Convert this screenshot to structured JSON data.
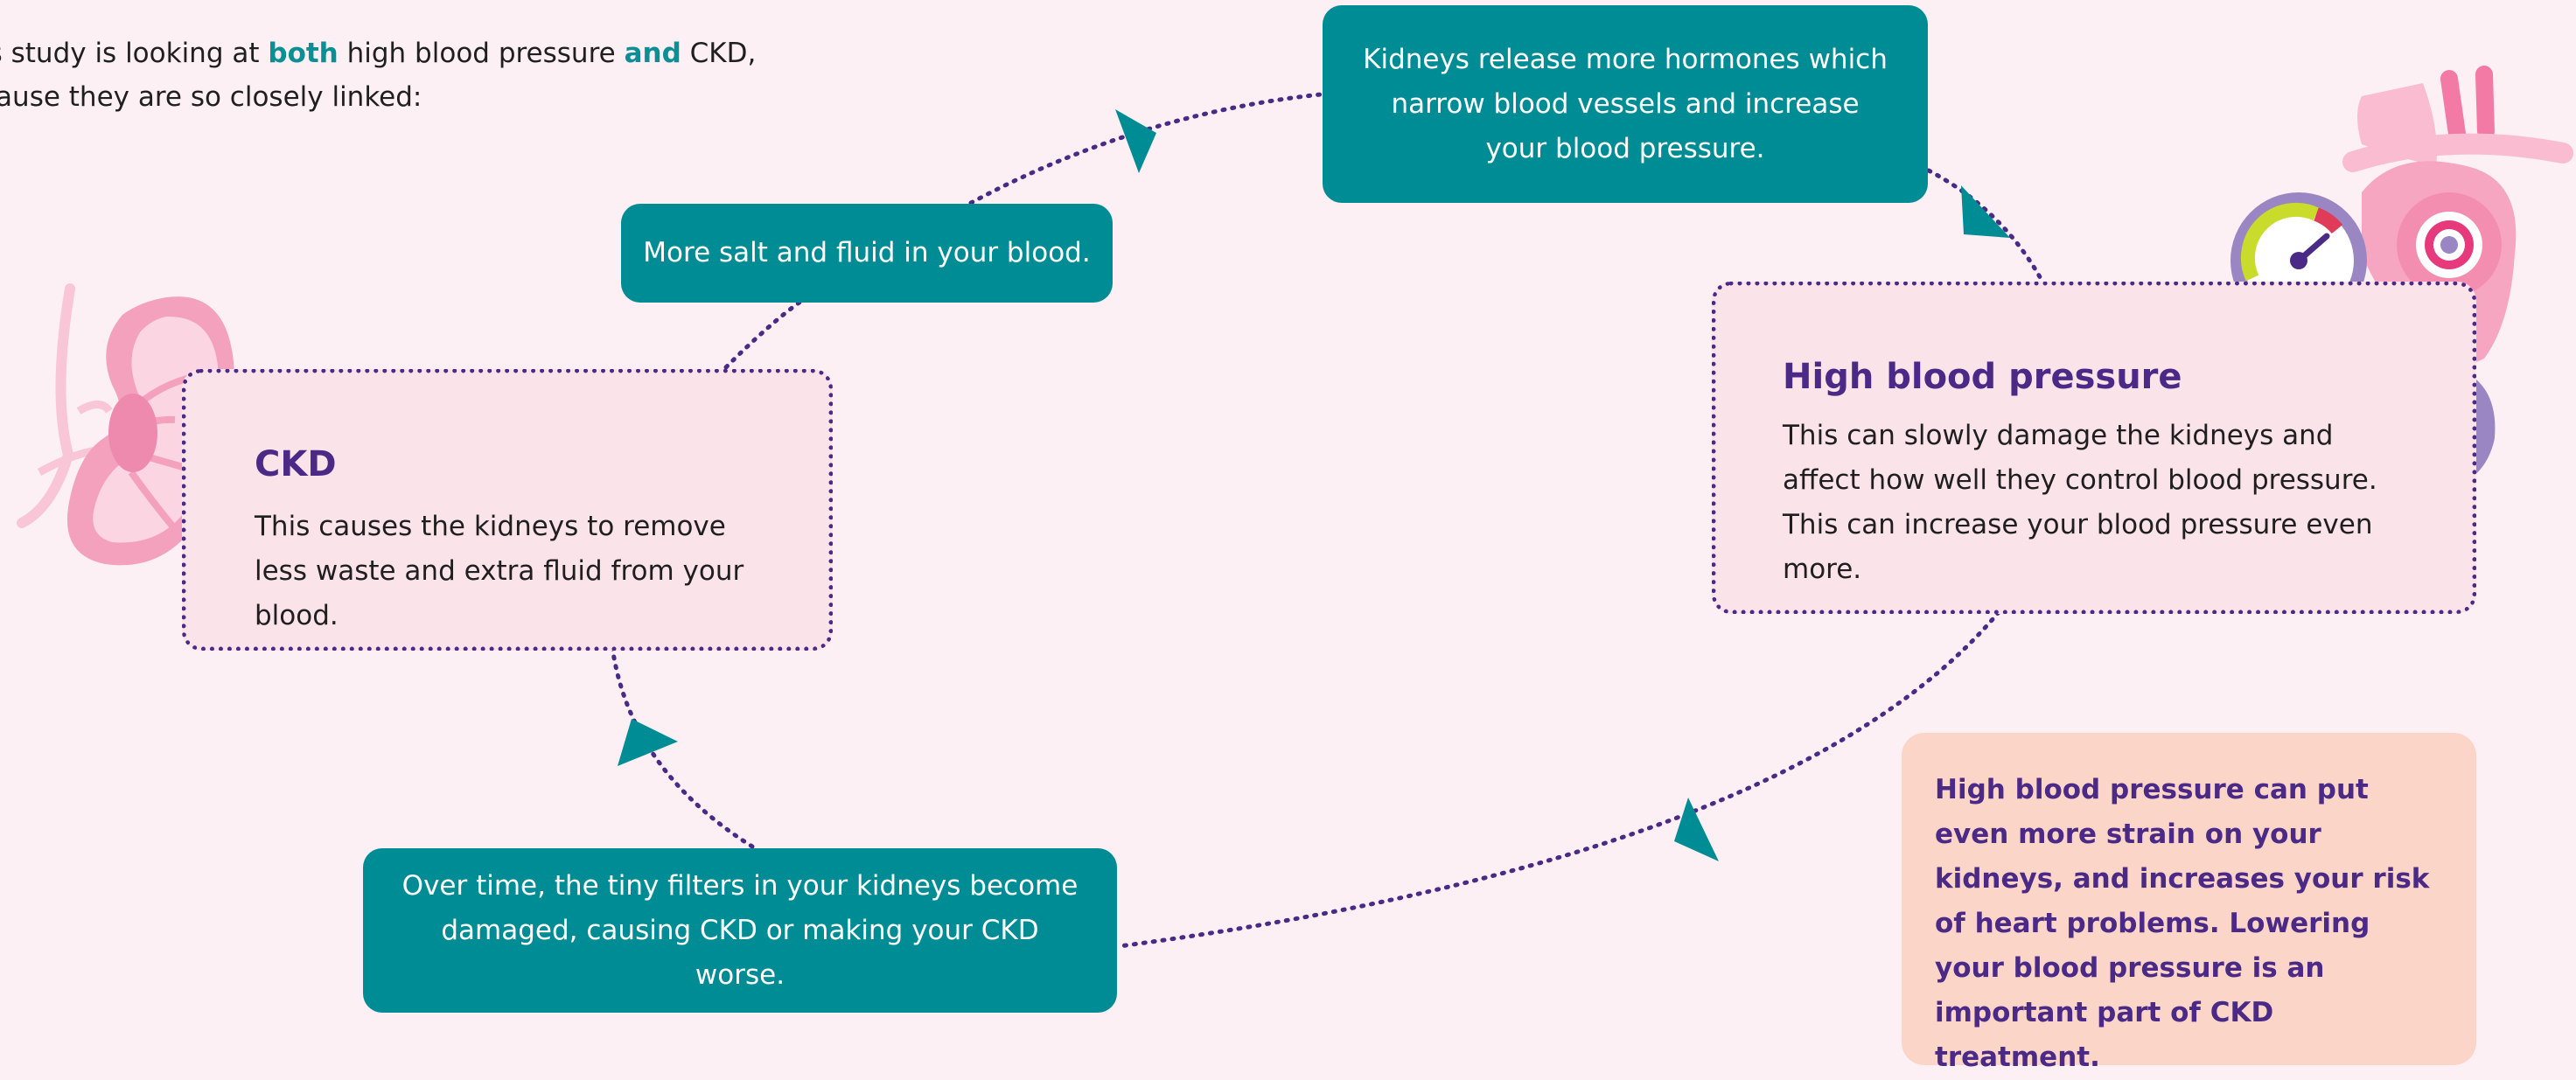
{
  "intro": {
    "line1_prefix": "is study is looking at ",
    "line1_both": "both",
    "line1_mid": " high blood pressure ",
    "line1_and": "and",
    "line1_suffix": " CKD,",
    "line2": "cause they are so closely linked:"
  },
  "cycle": {
    "hormones": "Kidneys release more hormones which narrow blood vessels and increase your blood pressure.",
    "salt": "More salt and fluid in your blood.",
    "filters": "Over time, the tiny filters in your kidneys become damaged, causing CKD or making your CKD worse."
  },
  "ckd": {
    "title": "CKD",
    "body": "This causes the kidneys to remove less waste and extra fluid from your blood."
  },
  "hbp": {
    "title": "High blood pressure",
    "body": "This can slowly damage the kidneys and affect how well they control blood pressure. This can increase your blood pressure even more."
  },
  "note": "High blood pressure can put even more strain on your kidneys, and increases your risk of heart problems. Lowering your blood pressure is an important part of CKD treatment.",
  "colors": {
    "background": "#fdf0f4",
    "teal": "#008c94",
    "purple": "#4a2a86",
    "pink_box": "#fbe3ea",
    "note_box": "#fbd5c8",
    "accent_text": "#0a8f94"
  },
  "icons": [
    "kidney-icon",
    "heart-icon",
    "blood-pressure-gauge-icon"
  ]
}
